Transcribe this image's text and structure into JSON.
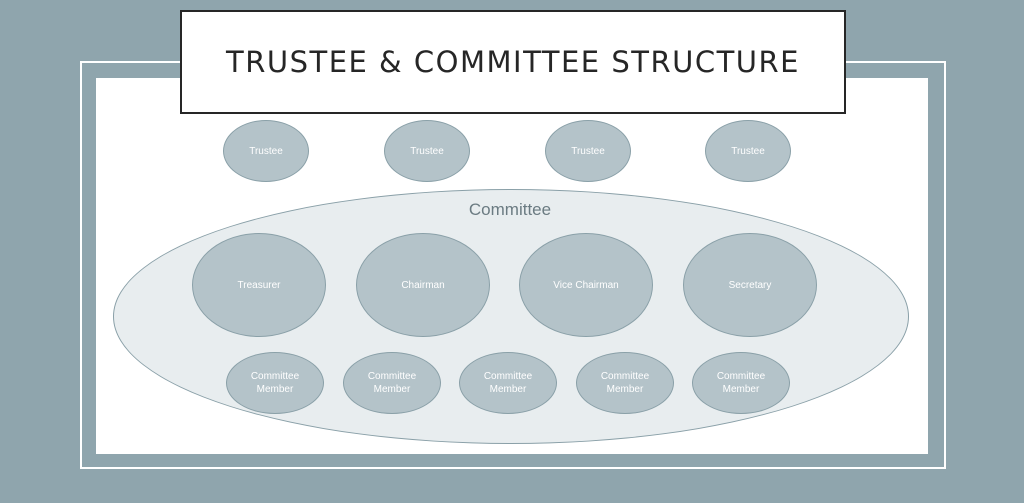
{
  "title": "TRUSTEE & COMMITTEE STRUCTURE",
  "trustees": [
    "Trustee",
    "Trustee",
    "Trustee",
    "Trustee"
  ],
  "committee": {
    "label": "Committee",
    "officers": [
      "Treasurer",
      "Chairman",
      "Vice Chairman",
      "Secretary"
    ],
    "members": [
      {
        "line1": "Committee",
        "line2": "Member"
      },
      {
        "line1": "Committee",
        "line2": "Member"
      },
      {
        "line1": "Committee",
        "line2": "Member"
      },
      {
        "line1": "Committee",
        "line2": "Member"
      },
      {
        "line1": "Committee",
        "line2": "Member"
      }
    ]
  },
  "colors": {
    "background": "#8fa5ad",
    "node_fill": "#b4c3c9",
    "node_border": "#8aa0a8",
    "committee_fill": "#e8edef",
    "title_border": "#262626"
  }
}
